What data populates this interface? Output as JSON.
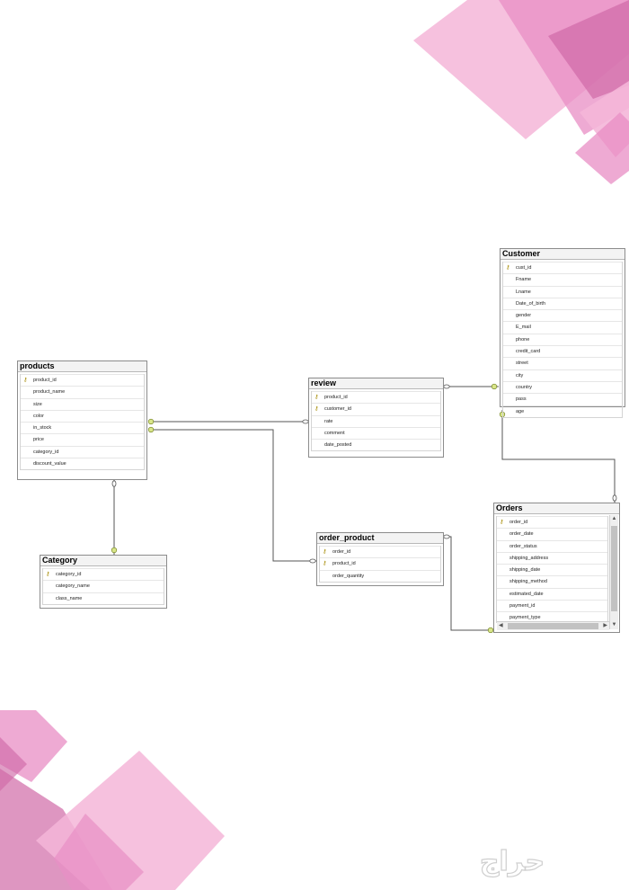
{
  "colors": {
    "pink_light": "#f4b6d8",
    "pink_mid": "#e88ec4",
    "pink_dark": "#d06aa7",
    "line": "#555555"
  },
  "tables": {
    "customer": {
      "title": "Customer",
      "columns": [
        "cust_id",
        "Fname",
        "Lname",
        "Date_of_birth",
        "gender",
        "E_mail",
        "phone",
        "credit_card",
        "street",
        "city",
        "country",
        "pass",
        "age"
      ],
      "keys": [
        "cust_id"
      ]
    },
    "products": {
      "title": "products",
      "columns": [
        "product_id",
        "product_name",
        "size",
        "color",
        "in_stock",
        "price",
        "category_id",
        "discount_value"
      ],
      "keys": [
        "product_id"
      ]
    },
    "review": {
      "title": "review",
      "columns": [
        "product_id",
        "customer_id",
        "rate",
        "comment",
        "date_posted"
      ],
      "keys": [
        "product_id",
        "customer_id"
      ]
    },
    "category": {
      "title": "Category",
      "columns": [
        "category_id",
        "category_name",
        "class_name"
      ],
      "keys": [
        "category_id"
      ]
    },
    "order_product": {
      "title": "order_product",
      "columns": [
        "order_id",
        "product_id",
        "order_quantity"
      ],
      "keys": [
        "order_id",
        "product_id"
      ]
    },
    "orders": {
      "title": "Orders",
      "columns": [
        "order_id",
        "order_date",
        "order_status",
        "shipping_address",
        "shipping_date",
        "shipping_method",
        "estimated_date",
        "payment_id",
        "payment_type"
      ],
      "keys": [
        "order_id"
      ]
    }
  },
  "watermark": "حراج"
}
